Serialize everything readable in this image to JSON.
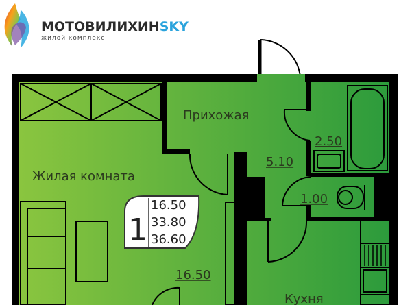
{
  "logo": {
    "name_main": "МОТОВИЛИХИН",
    "name_accent": "SKY",
    "subtitle": "жилой комплекс",
    "accent_color": "#2aa3dc",
    "text_color": "#2b2b2b"
  },
  "plan": {
    "colors": {
      "gradient_start": "#8cc63f",
      "gradient_end": "#2a9a3c",
      "wall": "#000000"
    },
    "rooms": {
      "hall": {
        "name": "Прихожая",
        "area": "5.10"
      },
      "living": {
        "name": "Жилая комната",
        "area": "16.50"
      },
      "bathroom": {
        "area": "2.50"
      },
      "toilet": {
        "area": "1.00"
      },
      "kitchen": {
        "name": "Кухня"
      }
    },
    "badge": {
      "rooms_count": "1",
      "living_area": "16.50",
      "total_area": "33.80",
      "total_with_balcony": "36.60"
    }
  }
}
